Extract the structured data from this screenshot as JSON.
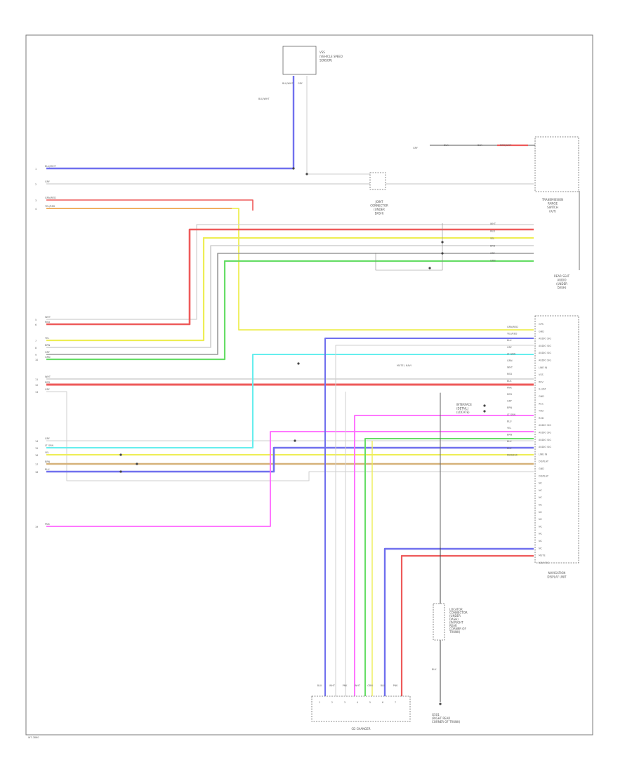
{
  "footer": {
    "code": "W7-3860"
  },
  "colors": {
    "blue": "#7070ee",
    "red": "#ee5a5a",
    "orange": "#f0b060",
    "yellow": "#eeee55",
    "green": "#66dd66",
    "gray": "#9a9a9a",
    "light_gray": "#cfcfcf",
    "cyan": "#66eeee",
    "pink": "#ff66ff",
    "salmon": "#ee8888",
    "tan": "#d6b27a",
    "black": "#444444"
  },
  "top_sensor": {
    "title": "VSS",
    "lines": [
      "(VEHICLE SPEED",
      "SENSOR)"
    ],
    "pins": [
      "BLU/WHT",
      "GRY"
    ],
    "wire": "BLU/WHT"
  },
  "joint": {
    "lines": [
      "JOINT",
      "CONNECTOR",
      "(UNDER",
      "DASH)"
    ]
  },
  "trans_range": {
    "wire_labels": [
      "GRY",
      "BLK",
      "BLK",
      "RED/WHT"
    ],
    "lines": [
      "TRANSMISSION",
      "RANGE",
      "SWITCH",
      "(A/T)"
    ]
  },
  "left_pins": [
    {
      "num": "1",
      "wire": "BLU/WHT"
    },
    {
      "num": "2",
      "wire": "GRY"
    },
    {
      "num": "3",
      "wire": "GRN/RED"
    },
    {
      "num": "4",
      "wire": "YEL/RED"
    },
    {
      "num": "5",
      "wire": "WHT"
    },
    {
      "num": "6",
      "wire": "RED"
    },
    {
      "num": "7",
      "wire": "YEL"
    },
    {
      "num": "8",
      "wire": "BRN"
    },
    {
      "num": "9",
      "wire": "GRY"
    },
    {
      "num": "10",
      "wire": "GRN"
    },
    {
      "num": "11",
      "wire": "WHT"
    },
    {
      "num": "12",
      "wire": "RED"
    },
    {
      "num": "13",
      "wire": "GRY"
    },
    {
      "num": "14",
      "wire": "GRY"
    },
    {
      "num": "15",
      "wire": "LT GRN"
    },
    {
      "num": "16",
      "wire": "YEL"
    },
    {
      "num": "17",
      "wire": "BRN"
    },
    {
      "num": "18",
      "wire": "BLU"
    },
    {
      "num": "19",
      "wire": "PNK"
    }
  ],
  "audio_block": {
    "wires": [
      "WHT",
      "RED",
      "YEL",
      "BRN",
      "GRY",
      "GRN"
    ],
    "lines": [
      "REAR SEAT",
      "AUDIO",
      "(UNDER",
      "DASH)"
    ]
  },
  "nav_unit": {
    "pin_labels": [
      "GPS",
      "GND",
      "AUDIO SIG",
      "AUDIO SIG",
      "AUDIO SIG",
      "AUDIO SIG",
      "LINE IN",
      "VSS",
      "REV",
      "ILLUM",
      "GND",
      "ACC",
      "TXD",
      "RXD",
      "AUDIO SIG",
      "AUDIO SIG",
      "AUDIO SIG",
      "AUDIO SIG",
      "LINE IN",
      "DISPLAY",
      "GND",
      "DISPLAY",
      "NC",
      "NC",
      "NC",
      "NC",
      "NC",
      "NC",
      "NC",
      "NC",
      "NC",
      "NC",
      "MUTE",
      "NAVI SIG"
    ],
    "wire_labels": [
      "GRN/RED",
      "YEL/RED",
      "BLU",
      "GRY",
      "LT GRN",
      "GRN",
      "WHT",
      "RED",
      "BLK",
      "PNK",
      "RED",
      "GRY",
      "BRN",
      "LT GRN",
      "BLU",
      "YEL",
      "BRN",
      "BLU",
      "BLU",
      "RED/BLK"
    ],
    "title_lines": [
      "NAVIGATION",
      "DISPLAY UNIT"
    ]
  },
  "can_labels": [
    "MUTE / NAVI"
  ],
  "legend_box": {
    "lines": [
      "INTERFACE",
      "(DETAIL)",
      "(LOCATE)"
    ]
  },
  "ground_block": {
    "lines": [
      "LOCATOR",
      "CONNECTOR",
      "(UNDER",
      "DASH)",
      "(IN RIGHT",
      "REAR",
      "CORNER OF",
      "TRUNK)"
    ],
    "wire": "BLK",
    "ground_lines": [
      "G501",
      "(RIGHT REAR",
      "CORNER OF TRUNK)"
    ]
  },
  "bottom_connector": {
    "wires": [
      "BLU",
      "WHT",
      "PNK",
      "WHT",
      "GRN",
      "BLU",
      "PNK"
    ],
    "pins": [
      "1",
      "2",
      "3",
      "4",
      "5",
      "6",
      "7"
    ],
    "title": "CD CHANGER"
  }
}
